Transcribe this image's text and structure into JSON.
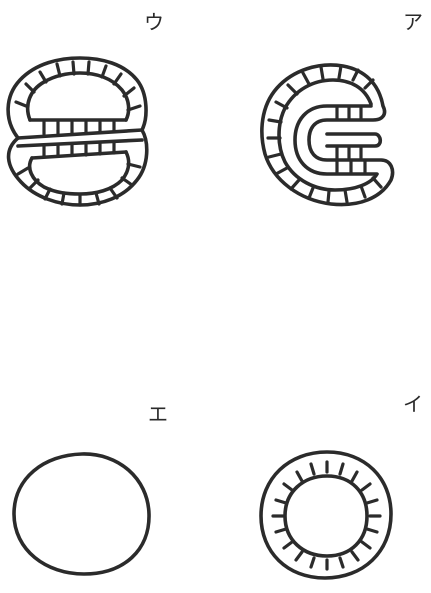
{
  "figures": [
    {
      "id": "u",
      "label": "ウ",
      "stage": "pinched"
    },
    {
      "id": "a",
      "label": "ア",
      "stage": "infolding"
    },
    {
      "id": "e",
      "label": "エ",
      "stage": "single-layer"
    },
    {
      "id": "i",
      "label": "イ",
      "stage": "double-layer"
    }
  ]
}
